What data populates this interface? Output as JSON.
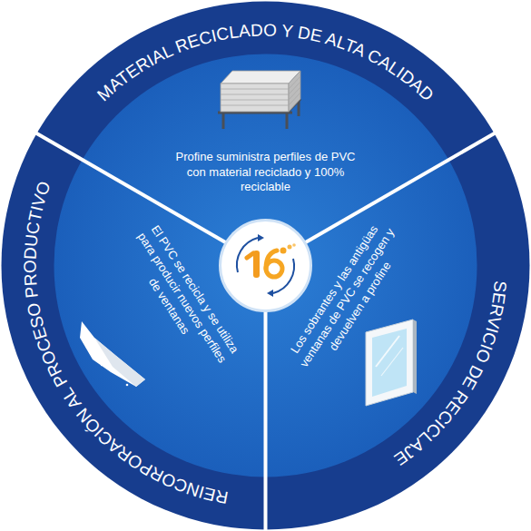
{
  "diagram": {
    "nodes": [
      {
        "text": [
          "MATERIAL RECICLADO Y DE ALTA CALIDAD",
          "Profine suministra perfiles de PVC con material reciclado y 100% reciclable"
        ]
      },
      {
        "text": [
          "SERVICIO DE RECICLAJE",
          "Los sobrantes y las antigüas ventanas de PVC se recogen y devuelven a profine"
        ]
      },
      {
        "text": [
          "REINCORPORACIÓN AL PROCESO PRODUCTIVO",
          "El PVC se recicla y se utiliza para producir nuevos perfiles de ventanas"
        ]
      }
    ]
  }
}
